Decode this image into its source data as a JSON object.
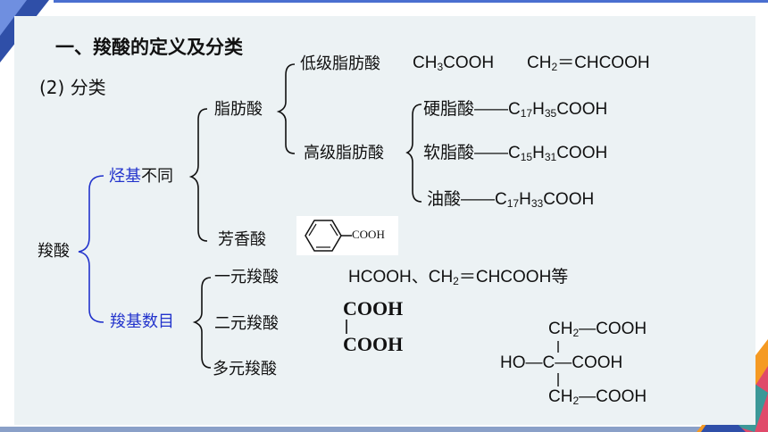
{
  "title": "一、羧酸的定义及分类",
  "subtitle": "(2) 分类",
  "root": "羧酸",
  "branch_hydrocarbon": {
    "highlight": "烃基",
    "rest": "不同"
  },
  "branch_carboxyl": "羧基数目",
  "fatty_acid": "脂肪酸",
  "aromatic_acid": "芳香酸",
  "lower_fatty_acid": "低级脂肪酸",
  "higher_fatty_acid": "高级脂肪酸",
  "lower_examples": {
    "acetic": {
      "a": "CH",
      "sub1": "3",
      "b": "COOH"
    },
    "acrylic": {
      "a": "CH",
      "sub1": "2",
      "b": "＝CHCOOH"
    }
  },
  "stearic": {
    "name": "硬脂酸",
    "dash": "——",
    "a": "C",
    "sub1": "17",
    "b": "H",
    "sub2": "35",
    "c": "COOH"
  },
  "palmitic": {
    "name": "软脂酸",
    "dash": "——",
    "a": "C",
    "sub1": "15",
    "b": "H",
    "sub2": "31",
    "c": "COOH"
  },
  "oleic": {
    "name": "油酸",
    "dash": "——",
    "a": "C",
    "sub1": "17",
    "b": "H",
    "sub2": "33",
    "c": "COOH"
  },
  "benzoic_group": "COOH",
  "monobasic": "一元羧酸",
  "dibasic": "二元羧酸",
  "polybasic": "多元羧酸",
  "monobasic_example": {
    "a": "HCOOH、CH",
    "sub1": "2",
    "b": "＝CHCOOH等"
  },
  "oxalic": {
    "top": "COOH",
    "bottom": "COOH"
  },
  "citric": {
    "top_a": "CH",
    "top_sub": "2",
    "top_b": "—COOH",
    "mid_left": "HO—C—COOH",
    "bot_a": "CH",
    "bot_sub": "2",
    "bot_b": "—COOH"
  },
  "colors": {
    "panel": "#ecf2f4",
    "accent_blue": "#2233cc",
    "frame_top": "#4a6fd0",
    "triangle_orange": "#f59a23",
    "triangle_teal": "#1fa6a0"
  }
}
